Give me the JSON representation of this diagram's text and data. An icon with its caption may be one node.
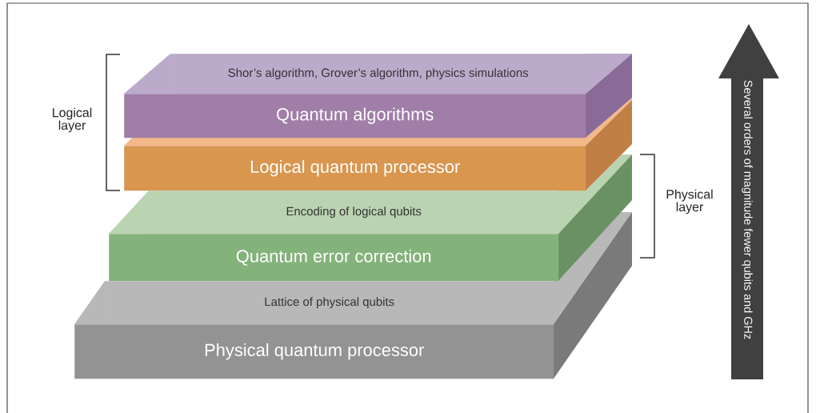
{
  "diagram": {
    "nodes": [
      {
        "text": [
          "Shor’s algorithm, Grover’s algorithm, physics simulations"
        ]
      },
      {
        "text": [
          "Quantum algorithms"
        ]
      },
      {
        "text": [
          "Logical quantum processor"
        ]
      },
      {
        "text": [
          "Encoding of logical qubits"
        ]
      },
      {
        "text": [
          "Quantum error correction"
        ]
      },
      {
        "text": [
          "Lattice of physical qubits"
        ]
      },
      {
        "text": [
          "Physical quantum processor"
        ]
      }
    ],
    "labels": [
      "Logical layer",
      "Physical layer",
      "Several orders of magnitude fewer qubits and GHz"
    ]
  }
}
